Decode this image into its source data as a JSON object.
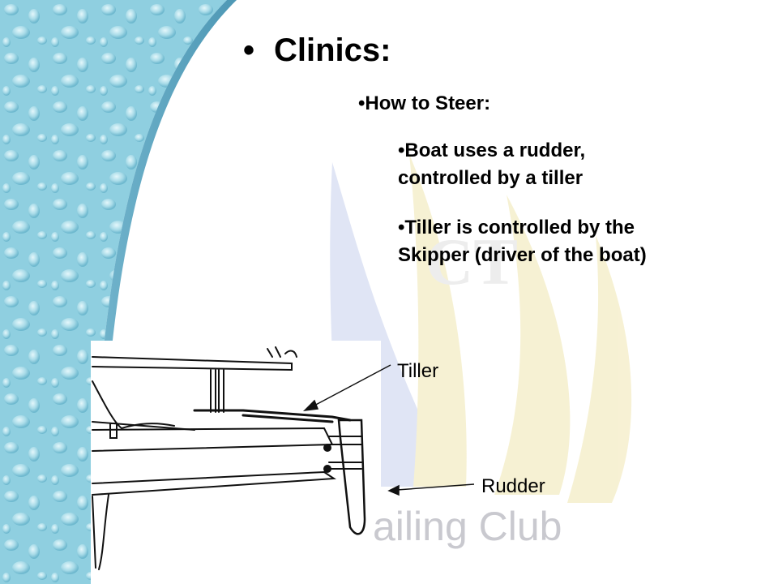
{
  "slide": {
    "title": "Clinics:",
    "title_bullet": "•",
    "level2": {
      "bullet": "•",
      "text": "How to Steer:"
    },
    "level3": [
      {
        "bullet": "•",
        "lines": [
          "Boat uses a rudder,",
          "controlled by a tiller"
        ]
      },
      {
        "bullet": "•",
        "lines": [
          "Tiller is controlled by the",
          "Skipper (driver of the boat)"
        ]
      }
    ]
  },
  "diagram": {
    "callouts": {
      "tiller": "Tiller",
      "rudder": "Rudder"
    }
  },
  "watermark": {
    "text": "ailing Club",
    "logo_letters": "CT"
  },
  "colors": {
    "water_background": "#8fcfe0",
    "water_drop_highlight": "#cfeff7",
    "sail_blue": "#dde3f4",
    "sail_yellow": "#f6f0cf"
  }
}
